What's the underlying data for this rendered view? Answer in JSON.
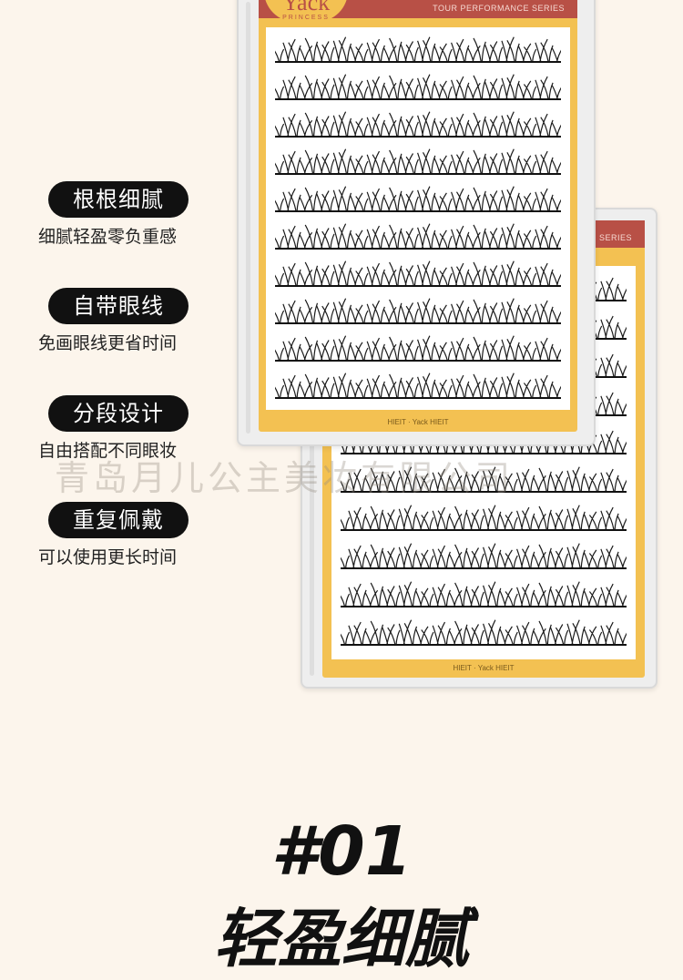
{
  "features": [
    {
      "title": "根根细腻",
      "desc": "细腻轻盈零负重感"
    },
    {
      "title": "自带眼线",
      "desc": "免画眼线更省时间"
    },
    {
      "title": "分段设计",
      "desc": "自由搭配不同眼妆"
    },
    {
      "title": "重复佩戴",
      "desc": "可以使用更长时间"
    }
  ],
  "product": {
    "brand": "Yack",
    "brand_sub": "PRINCESS",
    "series_front": "TOUR PERFORMANCE SERIES",
    "series_back": "SERIES",
    "footer": "HIEIT · Yack HIEIT"
  },
  "watermark": "青岛月儿公主美妆有限公司",
  "number_label": "#01",
  "heading": "轻盈细腻",
  "colors": {
    "background": "#fcf5ec",
    "pill": "#111111",
    "tray": "#f3c152",
    "label_band": "#b85046"
  }
}
